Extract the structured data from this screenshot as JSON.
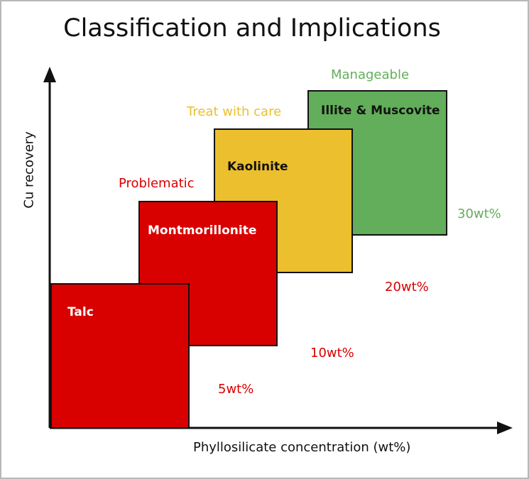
{
  "title": "Classification and Implications",
  "axes": {
    "x_label": "Phyllosilicate concentration (wt%)",
    "y_label": "Cu recovery"
  },
  "colors": {
    "problematic": "#d90000",
    "treat_with_care": "#ecbf2e",
    "manageable": "#62ae5a",
    "outline": "#111111"
  },
  "categories": {
    "problematic": "Problematic",
    "treat_with_care": "Treat with care",
    "manageable": "Manageable"
  },
  "minerals": {
    "talc": "Talc",
    "montmorillonite": "Montmorillonite",
    "kaolinite": "Kaolinite",
    "illite": "Illite & Muscovite"
  },
  "thresholds": {
    "talc": "5wt%",
    "montmorillonite": "10wt%",
    "kaolinite": "20wt%",
    "illite": "30wt%"
  }
}
